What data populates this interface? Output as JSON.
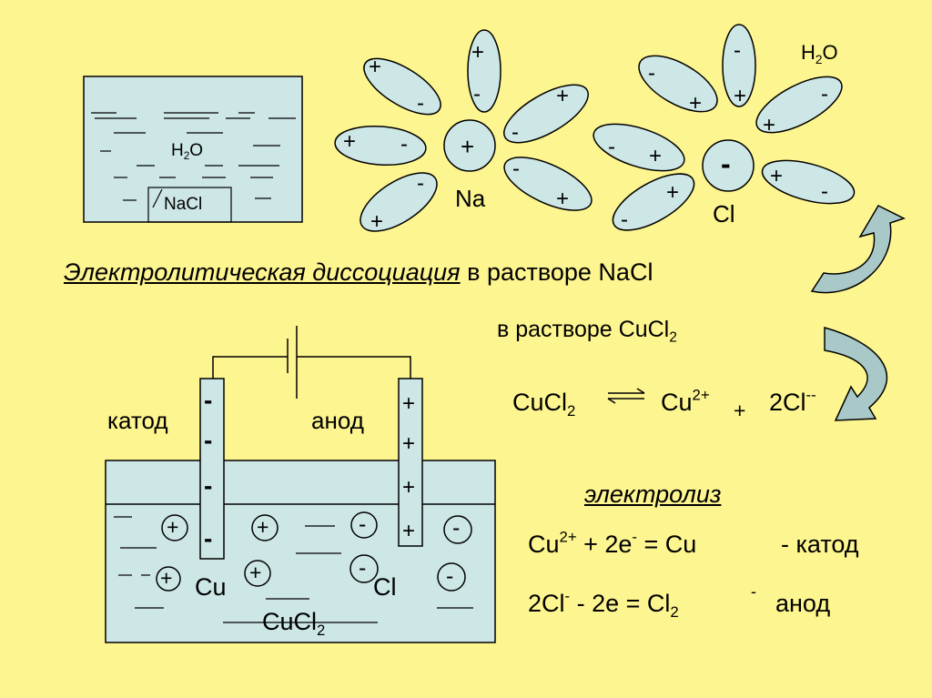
{
  "colors": {
    "background": "#fdf58f",
    "solution": "#cde6e6",
    "stroke": "#000000",
    "arrow": "#a9c9c9"
  },
  "beaker1": {
    "water": "H",
    "water_sub": "2",
    "water_end": "O",
    "salt": "NaCl"
  },
  "hydration": {
    "na_label": "Na",
    "na_ion": "+",
    "cl_label": "Cl",
    "cl_ion": "-",
    "water": "H",
    "water_sub": "2",
    "water_end": "O",
    "plus": "+",
    "minus": "-"
  },
  "caption": {
    "italic": "Электролитическая диссоциация",
    "rest": " в растворе NaCl"
  },
  "cucl2_caption": {
    "text": "в растворе CuCl",
    "sub": "2"
  },
  "dissociation": {
    "left": "CuCl",
    "left_sub": "2",
    "cu": "Cu",
    "cu_sup": "2+",
    "plus": "+",
    "cl": "2Cl",
    "cl_sup": "--"
  },
  "cell": {
    "cathode_label": "катод",
    "anode_label": "анод",
    "cathode_signs": [
      "-",
      "-",
      "-",
      "-"
    ],
    "anode_signs": [
      "+",
      "+",
      "+",
      "+"
    ],
    "cation_label": "Cu",
    "anion_label": "Cl",
    "formula": "CuCl",
    "formula_sub": "2",
    "plus": "+",
    "minus": "-"
  },
  "electrolysis": {
    "title": "электролиз",
    "line1": {
      "a": "Cu",
      "a_sup": "2+",
      "b": " + 2e",
      "b_sup": "-",
      "c": " = Cu",
      "note": "- катод"
    },
    "line2": {
      "a": "2Cl",
      "a_sup": "-",
      "b": " - 2e = Cl",
      "b_sub": "2",
      "c_sup": "-",
      "note": "анод"
    }
  }
}
